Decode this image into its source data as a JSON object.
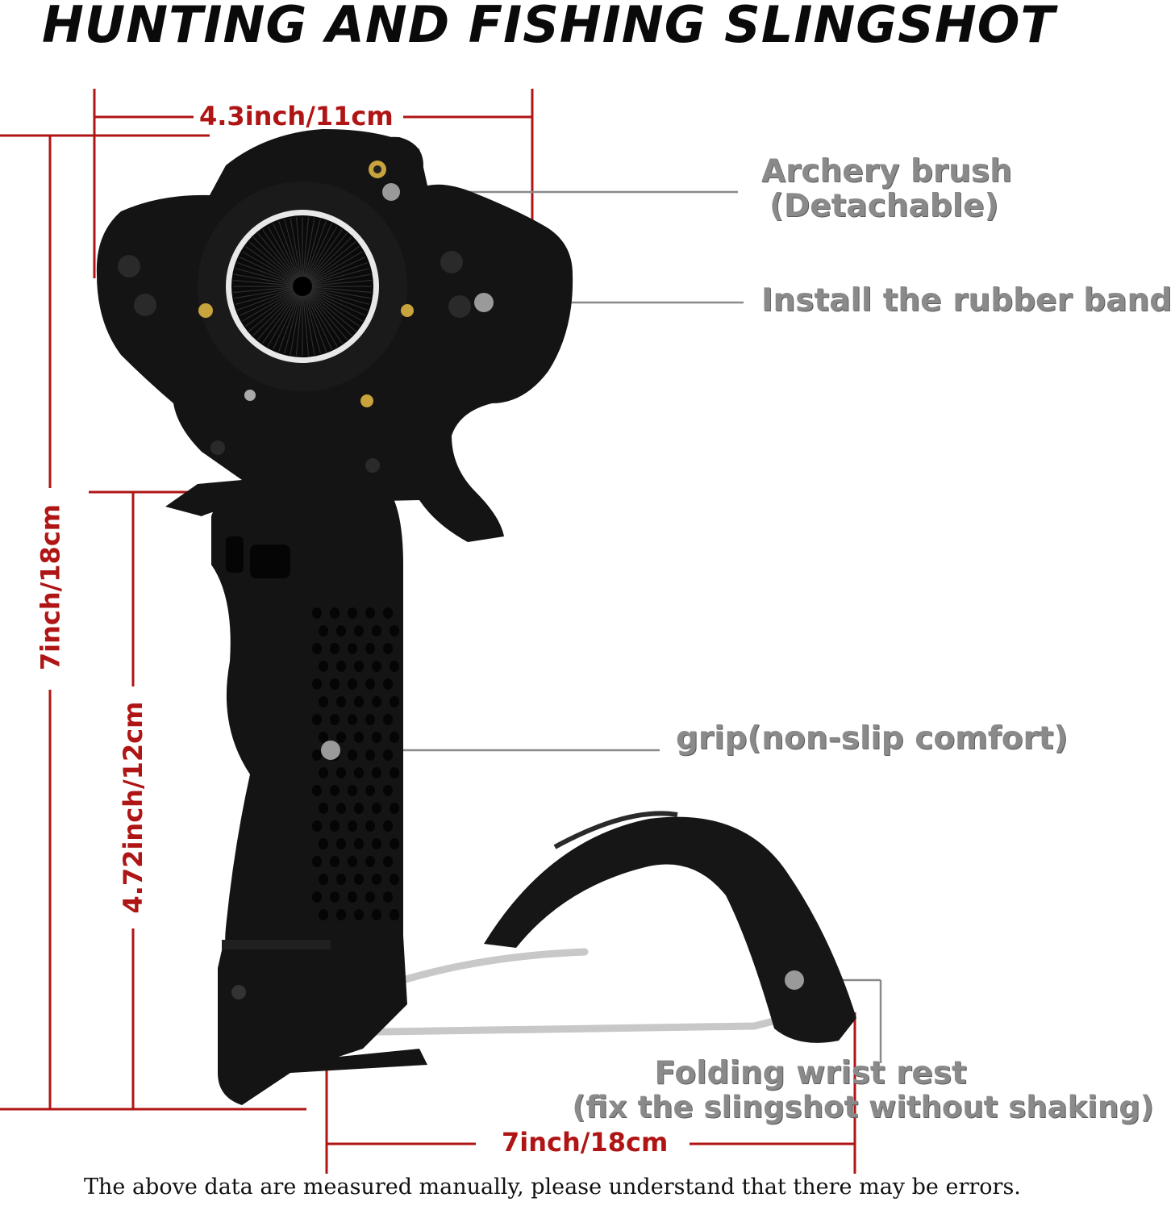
{
  "title": "HUNTING AND FISHING SLINGSHOT",
  "dimensions": {
    "top_width": "4.3inch/11cm",
    "total_height": "7inch/18cm",
    "grip_height": "4.72inch/12cm",
    "bottom_length": "7inch/18cm"
  },
  "callouts": {
    "brush_line1": "Archery brush",
    "brush_line2": "(Detachable)",
    "band": "Install the rubber band",
    "grip": "grip(non-slip comfort)",
    "wrist_line1": "Folding wrist rest",
    "wrist_line2": "(fix the slingshot without shaking)"
  },
  "footnote": "The above data are measured manually, please understand that there may be errors.",
  "colors": {
    "dimension": "#b01515",
    "callout_text": "#8a8a8a",
    "product": "#141414"
  }
}
